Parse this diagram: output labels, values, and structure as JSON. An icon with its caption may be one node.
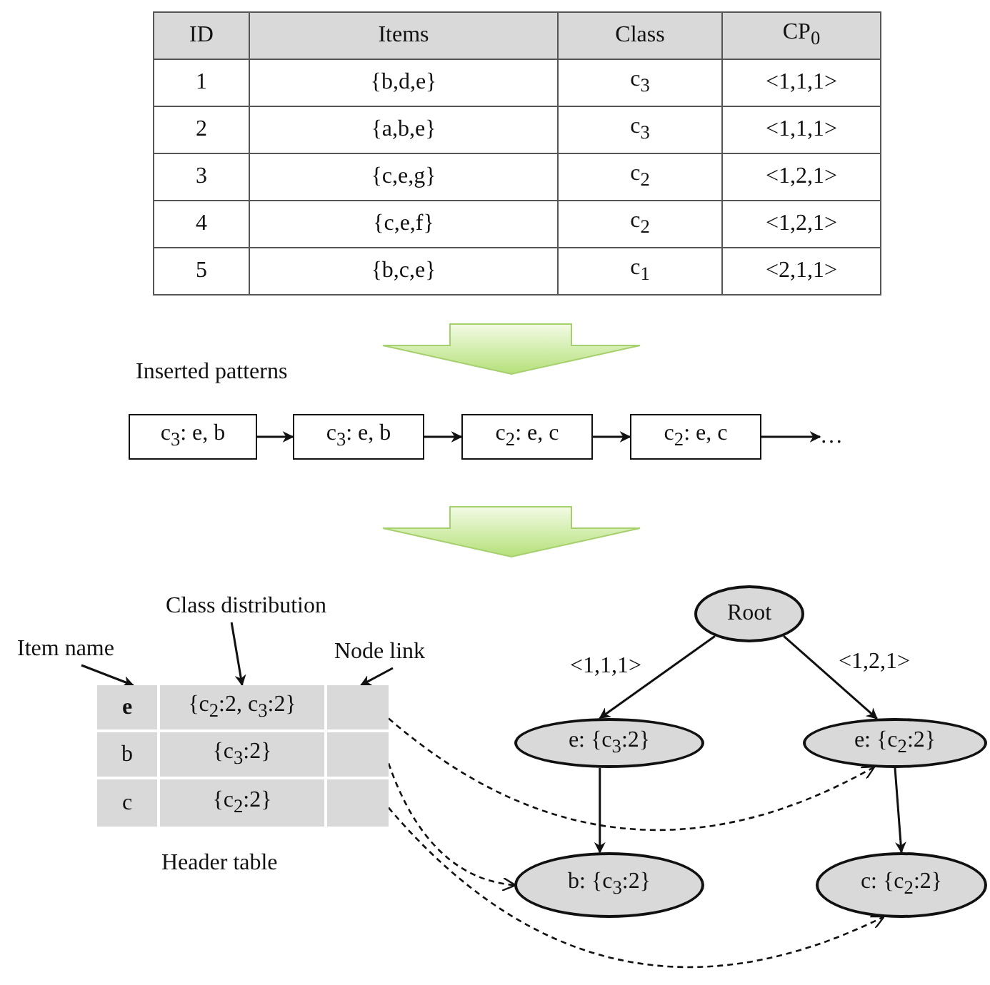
{
  "diagram": {
    "nodes": [
      {
        "text": [
          "c$_{3}$: e, b"
        ]
      },
      {
        "text": [
          "c$_{3}$: e, b"
        ]
      },
      {
        "text": [
          "c$_{2}$: e, c"
        ]
      },
      {
        "text": [
          "c$_{2}$: e, c"
        ]
      },
      {
        "text": [
          "…"
        ]
      },
      {
        "text": [
          "Item name"
        ]
      },
      {
        "text": [
          "Class distribution"
        ]
      },
      {
        "text": [
          "Node link"
        ]
      },
      {
        "text": [
          "e"
        ]
      },
      {
        "text": [
          "{c$_{2}$:2, c$_{3}$:2}"
        ]
      },
      {
        "text": [],
        "shape": "box"
      },
      {
        "text": [
          "b"
        ]
      },
      {
        "text": [
          "{c$_{3}$:2}"
        ]
      },
      {
        "text": [],
        "shape": "box"
      },
      {
        "text": [
          "c"
        ]
      },
      {
        "text": [
          "{c$_{2}$:2}"
        ]
      },
      {
        "text": [],
        "shape": "box"
      },
      {
        "text": [
          "Root"
        ]
      },
      {
        "text": [
          "e: {c$_{3}$:2}"
        ]
      },
      {
        "text": [
          "e: {c$_{2}$:2}"
        ]
      },
      {
        "text": [
          "b: {c$_{3}$:2}"
        ]
      },
      {
        "text": [
          "c: {c$_{2}$:2}"
        ]
      }
    ],
    "edges": [
      {
        "from": 0,
        "to": 1,
        "arrow": "to"
      },
      {
        "from": 1,
        "to": 2,
        "arrow": "to"
      },
      {
        "from": 2,
        "to": 3,
        "arrow": "to"
      },
      {
        "from": 3,
        "to": 4,
        "arrow": "to"
      },
      {
        "from": 5,
        "to": 8,
        "arrow": "to"
      },
      {
        "from": 6,
        "to": 9,
        "arrow": "to"
      },
      {
        "from": 7,
        "to": 10,
        "arrow": "to"
      },
      {
        "from": 17,
        "to": 18,
        "arrow": "to",
        "label": "<1,1,1>"
      },
      {
        "from": 17,
        "to": 19,
        "arrow": "to",
        "label": "<1,2,1>"
      },
      {
        "from": 18,
        "to": 20,
        "arrow": "to"
      },
      {
        "from": 19,
        "to": 21,
        "arrow": "to"
      },
      {
        "from": 10,
        "to": 19,
        "arrow": "to",
        "style": "dashed"
      },
      {
        "from": 13,
        "to": 20,
        "arrow": "to",
        "style": "dashed"
      },
      {
        "from": 16,
        "to": 21,
        "arrow": "to",
        "style": "dashed"
      }
    ],
    "labels": [
      "ID",
      "Items",
      "Class",
      "CP$_{0}$",
      "1",
      "{b,d,e}",
      "c$_{3}$",
      "<1,1,1>",
      "2",
      "{a,b,e}",
      "c$_{3}$",
      "<1,1,1>",
      "3",
      "{c,e,g}",
      "c$_{2}$",
      "<1,2,1>",
      "4",
      "{c,e,f}",
      "c$_{2}$",
      "<1,2,1>",
      "5",
      "{b,c,e}",
      "c$_{1}$",
      "<2,1,1>",
      "Inserted patterns",
      "Header table"
    ]
  }
}
